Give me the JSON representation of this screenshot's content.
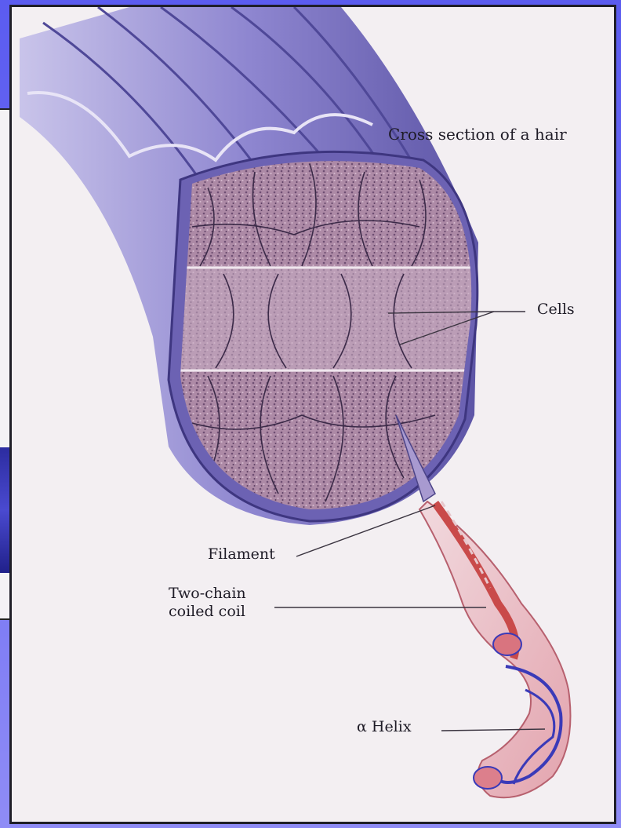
{
  "figure": {
    "labels": {
      "cross_section": "Cross section of a hair",
      "cells": "Cells",
      "filament": "Filament",
      "two_chain_line1": "Two-chain",
      "two_chain_line2": "coiled coil",
      "alpha_helix": "α Helix"
    }
  },
  "colors": {
    "slide_background": "#5b5cf0",
    "paper": "#f3eff2",
    "hair_outer": "#7d74c4",
    "cross_section": "#9c7a9a",
    "helix_red": "#c94a4a",
    "helix_blue": "#3a3ab8"
  },
  "icons": [
    "hair-strand-illustration",
    "alpha-helix-illustration"
  ]
}
